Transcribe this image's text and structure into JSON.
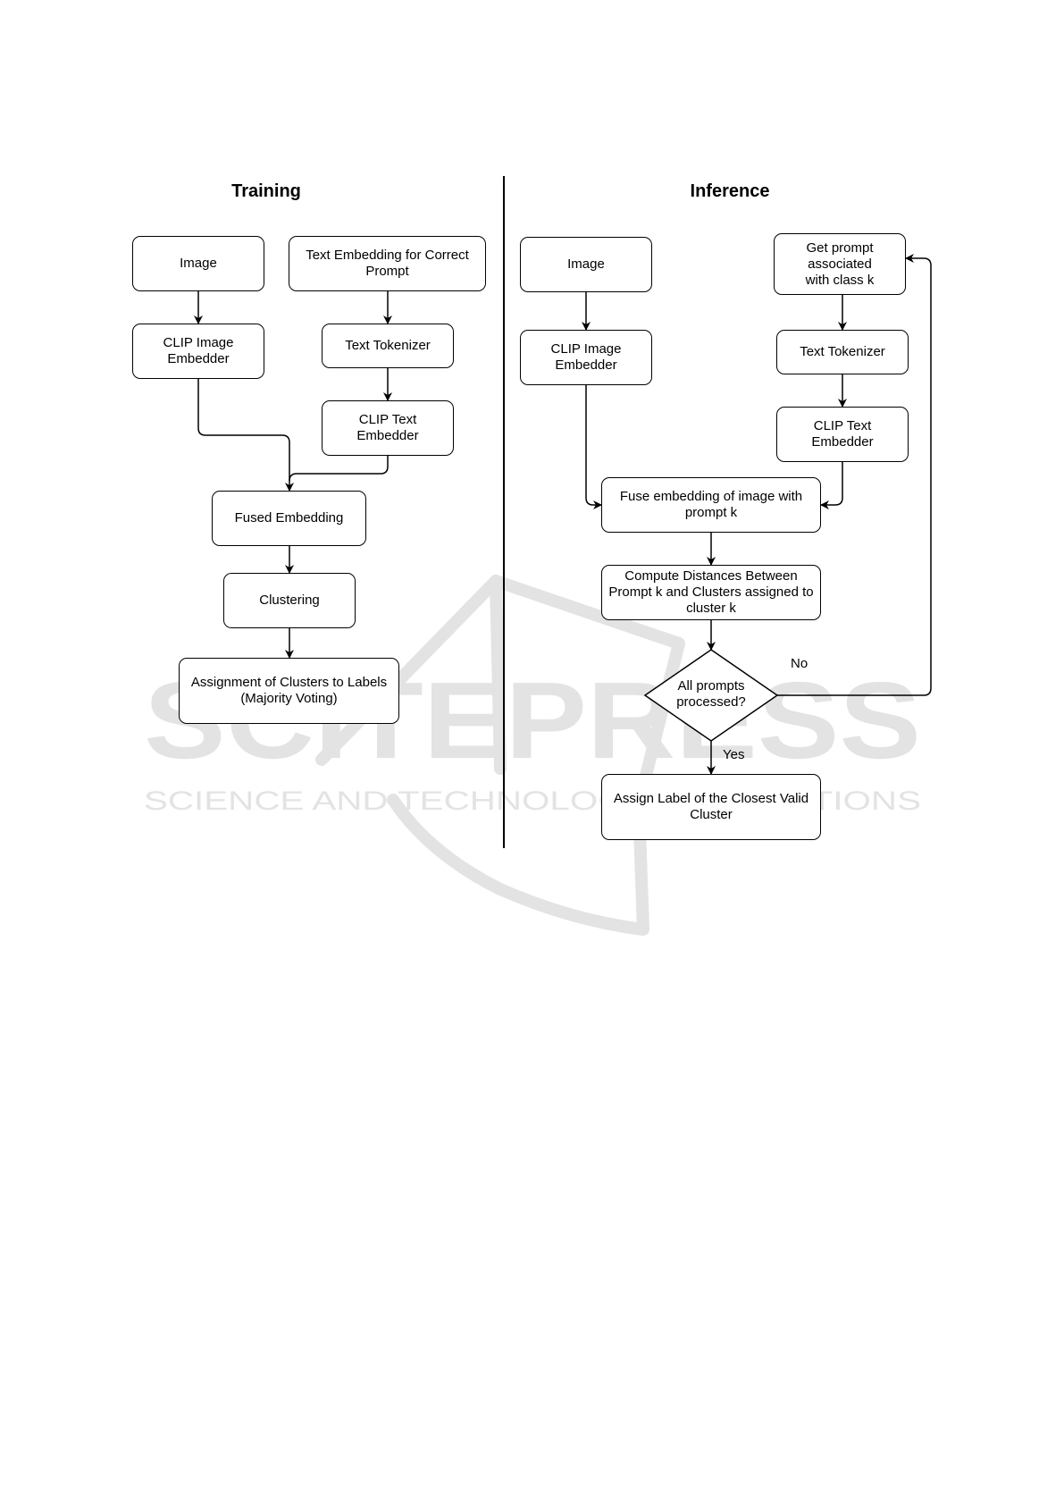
{
  "training": {
    "title": "Training",
    "image": "Image",
    "text_embedding_prompt": "Text Embedding for Correct\nPrompt",
    "clip_image_embedder": "CLIP Image\nEmbedder",
    "text_tokenizer": "Text Tokenizer",
    "clip_text_embedder": "CLIP Text Embedder",
    "fused_embedding": "Fused Embedding",
    "clustering": "Clustering",
    "assignment": "Assignment of Clusters to Labels\n(Majority Voting)"
  },
  "inference": {
    "title": "Inference",
    "image": "Image",
    "get_prompt": "Get prompt\nassociated\nwith class k",
    "clip_image_embedder": "CLIP Image\nEmbedder",
    "text_tokenizer": "Text Tokenizer",
    "clip_text_embedder": "CLIP Text Embedder",
    "fuse_embedding": "Fuse embedding of image with\nprompt k",
    "compute_distances": "Compute Distances Between\nPrompt  k and Clusters assigned to\ncluster k",
    "decision": "All prompts\nprocessed?",
    "no_label": "No",
    "yes_label": "Yes",
    "assign_label": "Assign Label of the Closest Valid\nCluster"
  },
  "watermark": {
    "main": "SCITEPRESS",
    "sub": "SCIENCE AND TECHNOLOGY PUBLICATIONS"
  }
}
